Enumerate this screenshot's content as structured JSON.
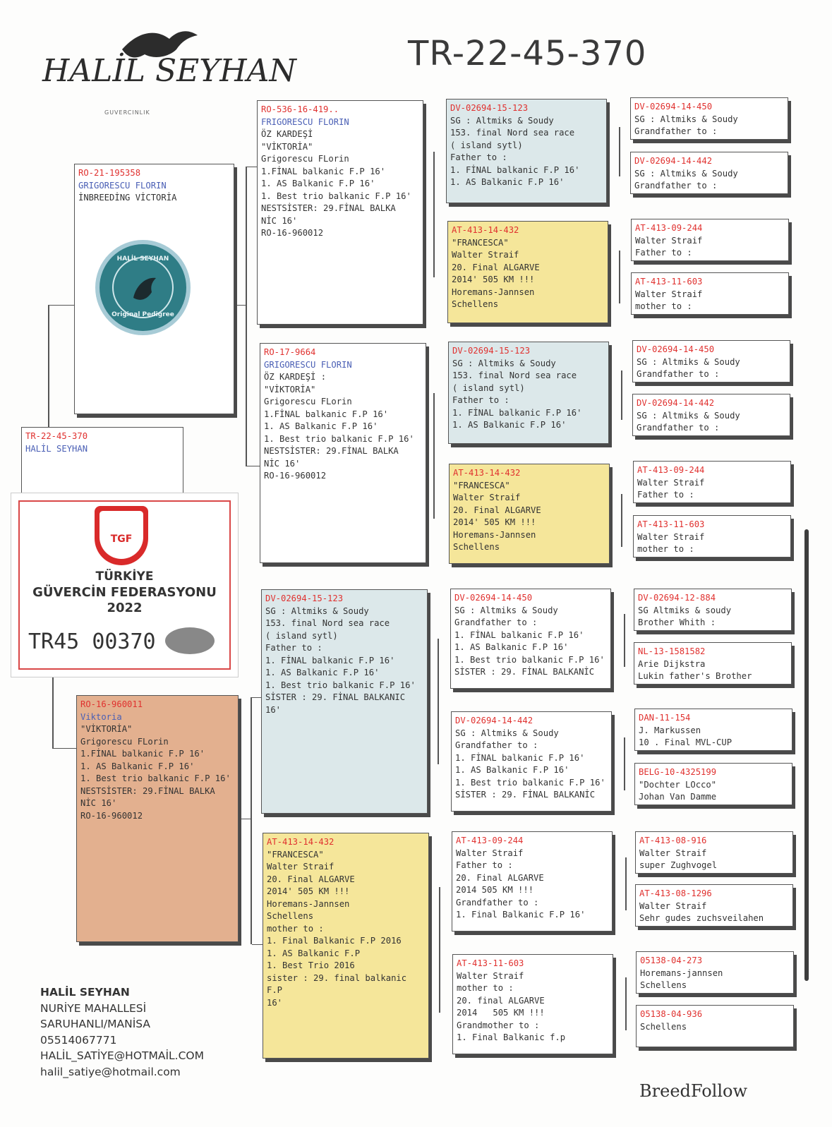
{
  "title": "TR-22-45-370",
  "logo": {
    "text": "HALİL SEYHAN",
    "tagline": "GUVERCINLIK"
  },
  "seal": {
    "top": "HALİL SEYHAN",
    "bottom": "Original Pedigree"
  },
  "subject": {
    "ring": "TR-22-45-370",
    "owner": "HALİL SEYHAN"
  },
  "certificate": {
    "badge": "TGF",
    "line1": "TÜRKİYE",
    "line2": "GÜVERCİN FEDERASYONU",
    "line3": "2022",
    "prefix": "TR45",
    "number": "00370"
  },
  "sire": {
    "ring": "RO-21-195358",
    "owner": "GRIGORESCU FLORIN",
    "lines": [
      "İNBREEDİNG VİCTORİA"
    ]
  },
  "dam": {
    "ring": "RO-16-960011",
    "owner": "Viktoria",
    "lines": [
      "\"VİKTORİA\"",
      "Grigorescu FLorin",
      "1.FİNAL balkanic F.P 16'",
      "1. AS Balkanic F.P 16'",
      "1. Best trio balkanic F.P 16'",
      "NESTSİSTER: 29.FİNAL BALKA",
      "NİC 16'",
      "RO-16-960012"
    ]
  },
  "ss": {
    "ring": "RO-536-16-419..",
    "owner": "FRIGORESCU FLORIN",
    "lines": [
      "ÖZ KARDEŞİ",
      "\"VİKTORİA\"",
      "Grigorescu FLorin",
      "1.FİNAL balkanic F.P 16'",
      "1. AS Balkanic F.P 16'",
      "1. Best trio balkanic F.P 16'",
      "NESTSİSTER: 29.FİNAL BALKA",
      "NİC 16'",
      "RO-16-960012"
    ]
  },
  "sd": {
    "ring": "RO-17-9664",
    "owner": "GRIGORESCU FLORIN",
    "lines": [
      "ÖZ KARDEŞİ :",
      "\"VİKTORİA\"",
      "Grigorescu FLorin",
      "1.FİNAL balkanic F.P 16'",
      "1. AS Balkanic F.P 16'",
      "1. Best trio balkanic F.P 16'",
      "NESTSİSTER: 29.FİNAL BALKA",
      "NİC 16'",
      "RO-16-960012"
    ]
  },
  "ds": {
    "ring": "DV-02694-15-123",
    "owner": "",
    "lines": [
      "SG : Altmiks & Soudy",
      "153. final Nord sea race",
      "( island sytl)",
      "Father to :",
      "1. FİNAL balkanic F.P 16'",
      "1. AS Balkanic F.P 16'",
      "1. Best trio balkanic F.P 16'",
      "SİSTER : 29. FİNAL BALKANIC",
      "16'"
    ]
  },
  "dd": {
    "ring": "AT-413-14-432",
    "owner": "",
    "lines": [
      "\"FRANCESCA\"",
      "Walter Straif",
      "20. Final ALGARVE",
      "2014' 505 KM !!!",
      "Horemans-Jannsen",
      "Schellens",
      "mother to :",
      "1. Final Balkanic F.P 2016",
      "1. AS Balkanic F.P",
      "1. Best Trio 2016",
      "sister : 29. final balkanic F.P",
      "16'"
    ]
  },
  "g3": [
    {
      "ring": "DV-02694-15-123",
      "lines": [
        "SG : Altmiks & Soudy",
        "153. final Nord sea race",
        "( island sytl)",
        "Father to :",
        "1. FİNAL balkanic F.P 16'",
        "1. AS Balkanic F.P 16'"
      ]
    },
    {
      "ring": "AT-413-14-432",
      "lines": [
        "\"FRANCESCA\"",
        "Walter Straif",
        "20. Final ALGARVE",
        "2014' 505 KM !!!",
        "Horemans-Jannsen",
        "Schellens"
      ]
    },
    {
      "ring": "DV-02694-15-123",
      "lines": [
        "SG : Altmiks & Soudy",
        "153. final Nord sea race",
        "( island sytl)",
        "Father to :",
        "1. FİNAL balkanic F.P 16'",
        "1. AS Balkanic F.P 16'"
      ]
    },
    {
      "ring": "AT-413-14-432",
      "lines": [
        "\"FRANCESCA\"",
        "Walter Straif",
        "20. Final ALGARVE",
        "2014' 505 KM !!!",
        "Horemans-Jannsen",
        "Schellens"
      ]
    },
    {
      "ring": "DV-02694-14-450",
      "lines": [
        "SG : Altmiks & Soudy",
        "Grandfather to :",
        "1. FİNAL balkanic F.P 16'",
        "1. AS Balkanic F.P 16'",
        "1. Best trio balkanic F.P 16'",
        "SİSTER : 29. FİNAL BALKANİC"
      ]
    },
    {
      "ring": "DV-02694-14-442",
      "lines": [
        "SG : Altmiks & Soudy",
        "Grandfather to :",
        "1. FİNAL balkanic F.P 16'",
        "1. AS Balkanic F.P 16'",
        "1. Best trio balkanic F.P 16'",
        "SİSTER : 29. FİNAL BALKANİC"
      ]
    },
    {
      "ring": "AT-413-09-244",
      "lines": [
        "Walter Straif",
        "Father to :",
        "20. Final ALGARVE",
        "2014 505 KM !!!",
        "Grandfather to :",
        "1. Final Balkanic F.P 16'"
      ]
    },
    {
      "ring": "AT-413-11-603",
      "lines": [
        "Walter Straif",
        "mother to :",
        "20. final ALGARVE",
        "2014   505 KM !!!",
        "Grandmother to :",
        "1. Final Balkanic f.p"
      ]
    }
  ],
  "g4": [
    {
      "ring": "DV-02694-14-450",
      "lines": [
        "SG : Altmiks & Soudy",
        "Grandfather to :"
      ]
    },
    {
      "ring": "DV-02694-14-442",
      "lines": [
        "SG : Altmiks & Soudy",
        "Grandfather to :"
      ]
    },
    {
      "ring": "AT-413-09-244",
      "lines": [
        "Walter Straif",
        "Father to :"
      ]
    },
    {
      "ring": "AT-413-11-603",
      "lines": [
        "Walter Straif",
        "mother to :"
      ]
    },
    {
      "ring": "DV-02694-14-450",
      "lines": [
        "SG : Altmiks & Soudy",
        "Grandfather to :"
      ]
    },
    {
      "ring": "DV-02694-14-442",
      "lines": [
        "SG : Altmiks & Soudy",
        "Grandfather to :"
      ]
    },
    {
      "ring": "AT-413-09-244",
      "lines": [
        "Walter Straif",
        "Father to :"
      ]
    },
    {
      "ring": "AT-413-11-603",
      "lines": [
        "Walter Straif",
        "mother to :"
      ]
    },
    {
      "ring": "DV-02694-12-884",
      "lines": [
        "SG Altmiks & soudy",
        "Brother Whith :"
      ]
    },
    {
      "ring": "NL-13-1581582",
      "lines": [
        "Arie Dijkstra",
        "Lukin father's Brother"
      ]
    },
    {
      "ring": "DAN-11-154",
      "lines": [
        "J. Markussen",
        "10 . Final MVL-CUP"
      ]
    },
    {
      "ring": "BELG-10-4325199",
      "lines": [
        "\"Dochter LOcco\"",
        "Johan Van Damme"
      ]
    },
    {
      "ring": "AT-413-08-916",
      "lines": [
        "Walter Straif",
        "super Zughvogel"
      ]
    },
    {
      "ring": "AT-413-08-1296",
      "lines": [
        "Walter Straif",
        "Sehr gudes zuchsveilahen"
      ]
    },
    {
      "ring": "05138-04-273",
      "lines": [
        "Horemans-jannsen",
        "Schellens"
      ]
    },
    {
      "ring": "05138-04-936",
      "lines": [
        "Schellens"
      ]
    }
  ],
  "contact": {
    "name": "HALİL SEYHAN",
    "address1": "NURİYE MAHALLESİ",
    "address2": "SARUHANLI/MANİSA",
    "phone": "05514067771",
    "email_upper": "HALİL_SATİYE@HOTMAİL.COM",
    "email_lower": "halil_satiye@hotmail.com"
  },
  "brand": "BreedFollow",
  "colors": {
    "ring": "#e0312f",
    "owner": "#4a5fb5",
    "blue_box": "#dce8ea",
    "yellow_box": "#f5e69a",
    "orange_box": "#e3b08f"
  }
}
